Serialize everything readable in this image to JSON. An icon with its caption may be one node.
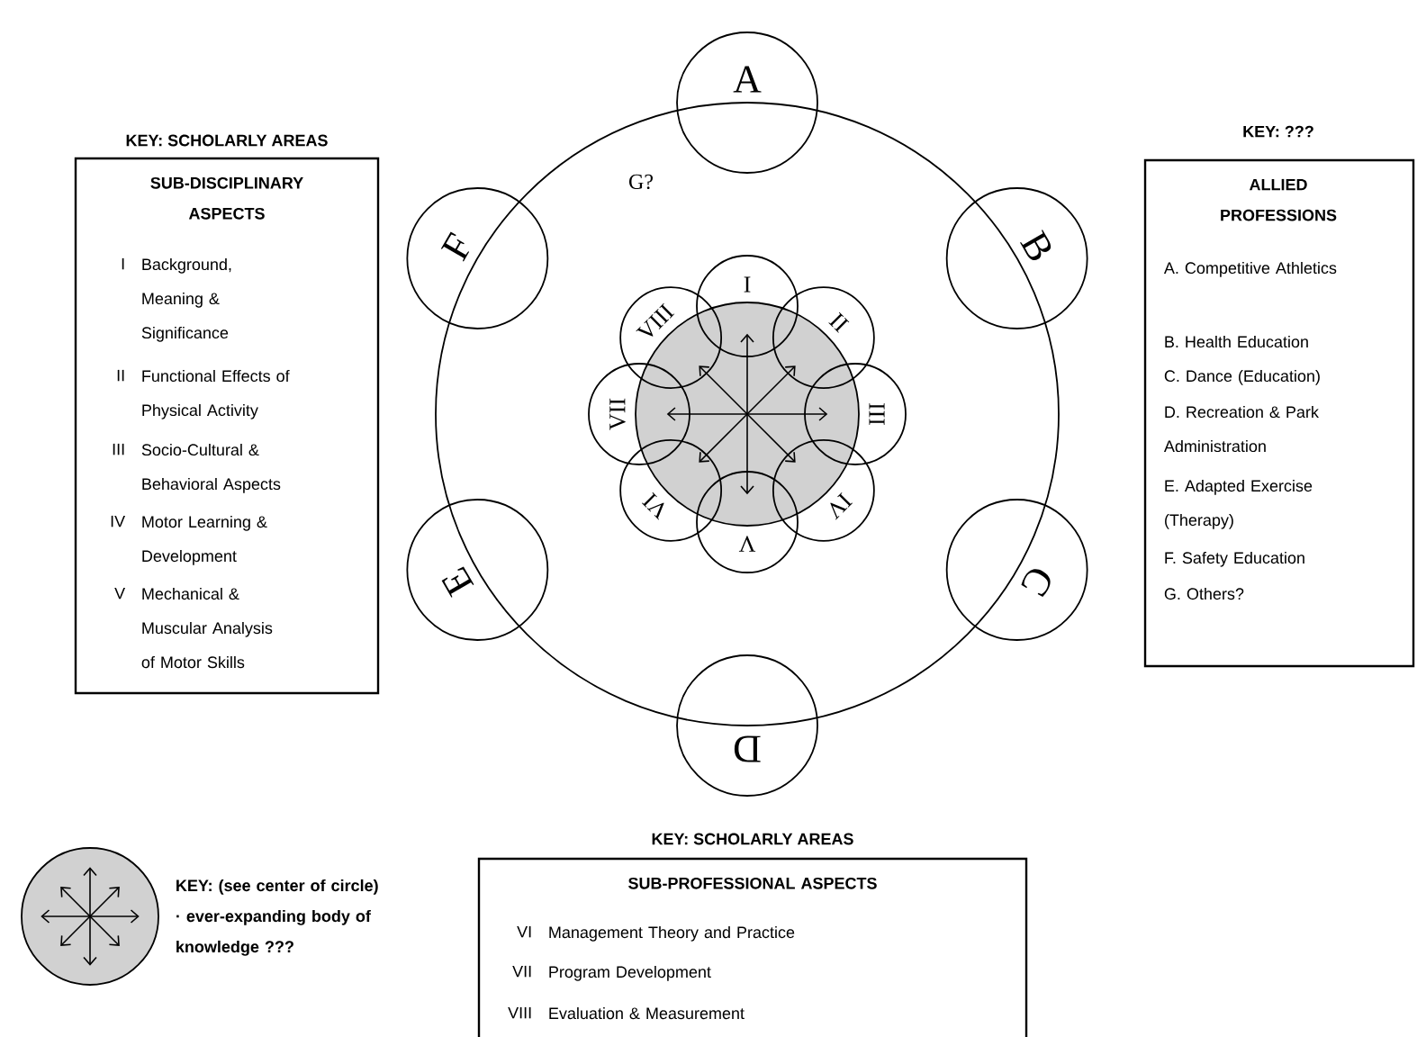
{
  "diagram": {
    "nodes": [
      {
        "text": [
          "G?"
        ]
      },
      {
        "text": [
          "A"
        ]
      },
      {
        "text": [
          "B"
        ]
      },
      {
        "text": [
          "C"
        ]
      },
      {
        "text": [
          "D"
        ]
      },
      {
        "text": [
          "E"
        ]
      },
      {
        "text": [
          "F"
        ]
      },
      {
        "text": [],
        "shape": "circle",
        "in": 0
      },
      {
        "text": [
          "I"
        ],
        "in": 0
      },
      {
        "text": [
          "II"
        ],
        "in": 0
      },
      {
        "text": [
          "III"
        ],
        "in": 0
      },
      {
        "text": [
          "IV"
        ],
        "in": 0
      },
      {
        "text": [
          "V"
        ],
        "in": 0
      },
      {
        "text": [
          "VI"
        ],
        "in": 0
      },
      {
        "text": [
          "VII"
        ],
        "in": 0
      },
      {
        "text": [
          "VIII"
        ],
        "in": 0
      },
      {
        "text": [
          "KEY: SCHOLARLY AREAS",
          "SUB-DISCIPLINARY ASPECTS",
          "I",
          "Background, Meaning & Significance",
          "II",
          "Functional Effects of Physical Activity",
          "III",
          "Socio-Cultural & Behavioral Aspects",
          "IV",
          "Motor Learning & Development",
          "V",
          "Mechanical & Muscular Analysis of Motor Skills"
        ]
      },
      {
        "text": [
          "KEY: ???",
          "ALLIED PROFESSIONS",
          "A. Competitive Athletics",
          "B. Health Education",
          "C. Dance (Education)",
          "D. Recreation & Park Administration",
          "E. Adapted Exercise (Therapy)",
          "F. Safety Education",
          "G. Others?"
        ]
      },
      {
        "text": [],
        "shape": "circle",
        "beside": [
          "KEY: (see center of circle) · ever-expanding body of knowledge ???"
        ]
      },
      {
        "text": [
          "KEY: SCHOLARLY AREAS",
          "SUB-PROFESSIONAL ASPECTS",
          "VI",
          "Management Theory and Practice",
          "VII",
          "Program Development",
          "VIII",
          "Evaluation & Measurement"
        ]
      }
    ]
  }
}
